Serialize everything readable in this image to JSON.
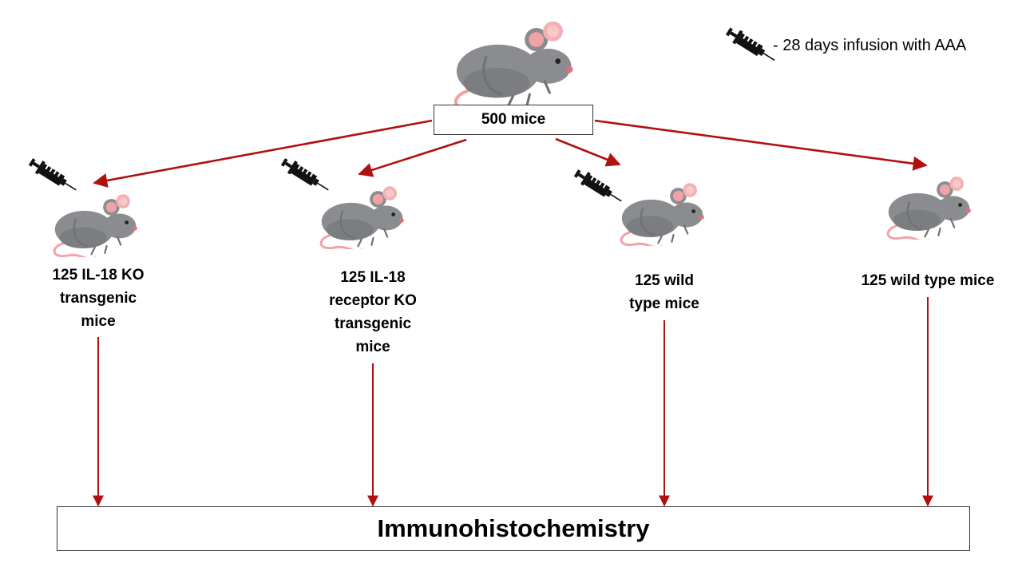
{
  "root": {
    "label": "500 mice"
  },
  "legend": {
    "text": "- 28 days infusion with AAA",
    "icon": "syringe-icon"
  },
  "groups": [
    {
      "lines": [
        "125 IL-18 KO",
        "transgenic",
        "mice"
      ],
      "infused": true
    },
    {
      "lines": [
        "125 IL-18",
        "receptor KO",
        "transgenic",
        "mice"
      ],
      "infused": true
    },
    {
      "lines": [
        "125 wild",
        "type mice"
      ],
      "infused": true
    },
    {
      "lines": [
        "125 wild type mice"
      ],
      "infused": false
    }
  ],
  "outcome": {
    "label": "Immunohistochemistry"
  },
  "colors": {
    "arrow": "#b01010",
    "mouse_body": "#8a8c90",
    "mouse_pink": "#f0a3a6",
    "syringe": "#111111"
  }
}
